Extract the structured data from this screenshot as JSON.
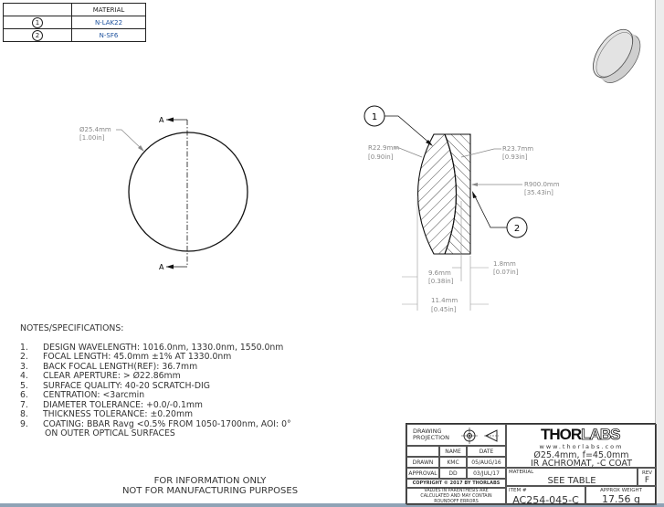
{
  "material_table": {
    "header": "MATERIAL",
    "rows": [
      {
        "id": "1",
        "material": "N-LAK22"
      },
      {
        "id": "2",
        "material": "N-SF6"
      }
    ]
  },
  "front_view": {
    "section_label_top": "A",
    "section_label_bottom": "A",
    "diameter_mm": "Ø25.4mm",
    "diameter_in": "[1.00in]"
  },
  "section_view": {
    "balloon_1": "1",
    "balloon_2": "2",
    "r1_mm": "R22.9mm",
    "r1_in": "[0.90in]",
    "r2_mm": "R23.7mm",
    "r2_in": "[0.93in]",
    "r3_mm": "R900.0mm",
    "r3_in": "[35.43in]",
    "t1_mm": "9.6mm",
    "t1_in": "[0.38in]",
    "t2_mm": "1.8mm",
    "t2_in": "[0.07in]",
    "t_total_mm": "11.4mm",
    "t_total_in": "[0.45in]"
  },
  "notes": {
    "heading": "NOTES/SPECIFICATIONS:",
    "items": [
      {
        "num": "1.",
        "text": "DESIGN WAVELENGTH: 1016.0nm, 1330.0nm, 1550.0nm"
      },
      {
        "num": "2.",
        "text": "FOCAL LENGTH: 45.0mm ±1% AT 1330.0nm"
      },
      {
        "num": "3.",
        "text": "BACK FOCAL LENGTH(REF): 36.7mm"
      },
      {
        "num": "4.",
        "text": "CLEAR APERTURE: > Ø22.86mm"
      },
      {
        "num": "5.",
        "text": "SURFACE QUALITY: 40-20 SCRATCH-DIG"
      },
      {
        "num": "6.",
        "text": "CENTRATION: <3arcmin"
      },
      {
        "num": "7.",
        "text": "DIAMETER TOLERANCE: +0.0/-0.1mm"
      },
      {
        "num": "8.",
        "text": "THICKNESS TOLERANCE: ±0.20mm"
      },
      {
        "num": "9.",
        "text": "COATING: BBAR Ravg <0.5% FROM 1050-1700nm, AOI: 0°"
      },
      {
        "num": "",
        "text": "ON OUTER OPTICAL SURFACES"
      }
    ]
  },
  "disclaimer": {
    "line1": "FOR INFORMATION ONLY",
    "line2": "NOT FOR MANUFACTURING PURPOSES"
  },
  "title_block": {
    "projection_label": "DRAWING PROJECTION",
    "name_header": "NAME",
    "date_header": "DATE",
    "drawn_label": "DRAWN",
    "drawn_name": "KMC",
    "drawn_date": "05/AUG/16",
    "approval_label": "APPROVAL",
    "approval_name": "DD",
    "approval_date": "03/JUL/17",
    "copyright": "COPYRIGHT © 2017 BY THORLABS",
    "values_note": "VALUES IN PARENTHESIS ARE CALCULATED AND MAY CONTAIN ROUNDOFF ERRORS",
    "logo_thor": "THOR",
    "logo_labs": "LABS",
    "website": "www.thorlabs.com",
    "description_line1": "Ø25.4mm, f=45.0mm",
    "description_line2": "IR ACHROMAT, -C COAT",
    "material_label": "MATERIAL",
    "material_value": "SEE TABLE",
    "rev_label": "REV",
    "rev_value": "F",
    "item_label": "ITEM #",
    "item_value": "AC254-045-C",
    "weight_label": "APPROX WEIGHT",
    "weight_value": "17.56 g"
  }
}
